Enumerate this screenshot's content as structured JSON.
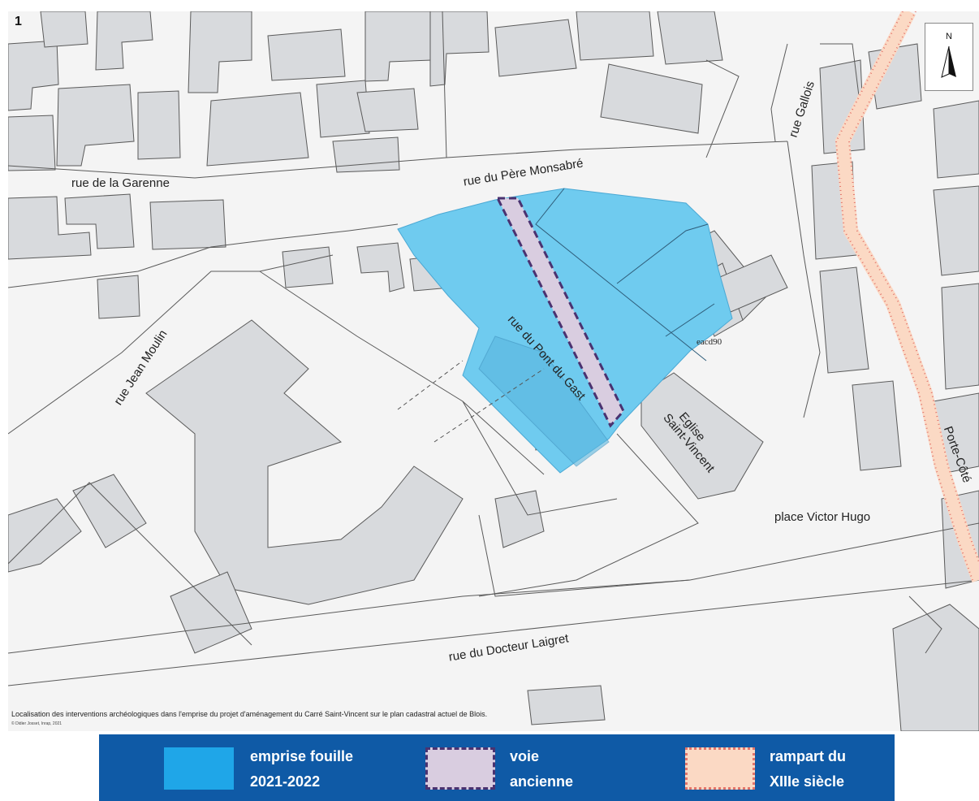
{
  "figure_number": "1",
  "north_letter": "N",
  "eacd_tag": "eacd90",
  "streets": {
    "pere_monsabre": "rue du Père Monsabré",
    "garenne": "rue de la Garenne",
    "gallois": "rue Gallois",
    "jean_moulin": "rue Jean Moulin",
    "pont_du_gast": "rue du Pont du Gast",
    "eglise": "Eglise",
    "saint_vincent": "Saint-Vincent",
    "porte_cote": "Porte-Côté",
    "place_victor_hugo": "place Victor Hugo",
    "docteur_laigret": "rue du Docteur Laigret"
  },
  "caption": "Localisation des interventions archéologiques dans l'emprise du projet d'aménagement du Carré Saint-Vincent sur le plan cadastral actuel de Blois.",
  "credit": "© Didier Josset, Inrap, 2021",
  "legend": {
    "excavation_line1": "emprise fouille",
    "excavation_line2": "2021-2022",
    "road_line1": "voie",
    "road_line2": "ancienne",
    "rampart_line1": "rampart du",
    "rampart_line2": "XIIIe siècle"
  },
  "colors": {
    "excavation": "#6fcbef",
    "ancient_road": "#d9cde0",
    "ancient_road_border": "#4a3270",
    "rampart": "#fbd9c4",
    "rampart_dots": "#e3746a",
    "legend_bg": "#0f5aa6",
    "building": "#d8dadd",
    "background": "#f4f4f4"
  }
}
